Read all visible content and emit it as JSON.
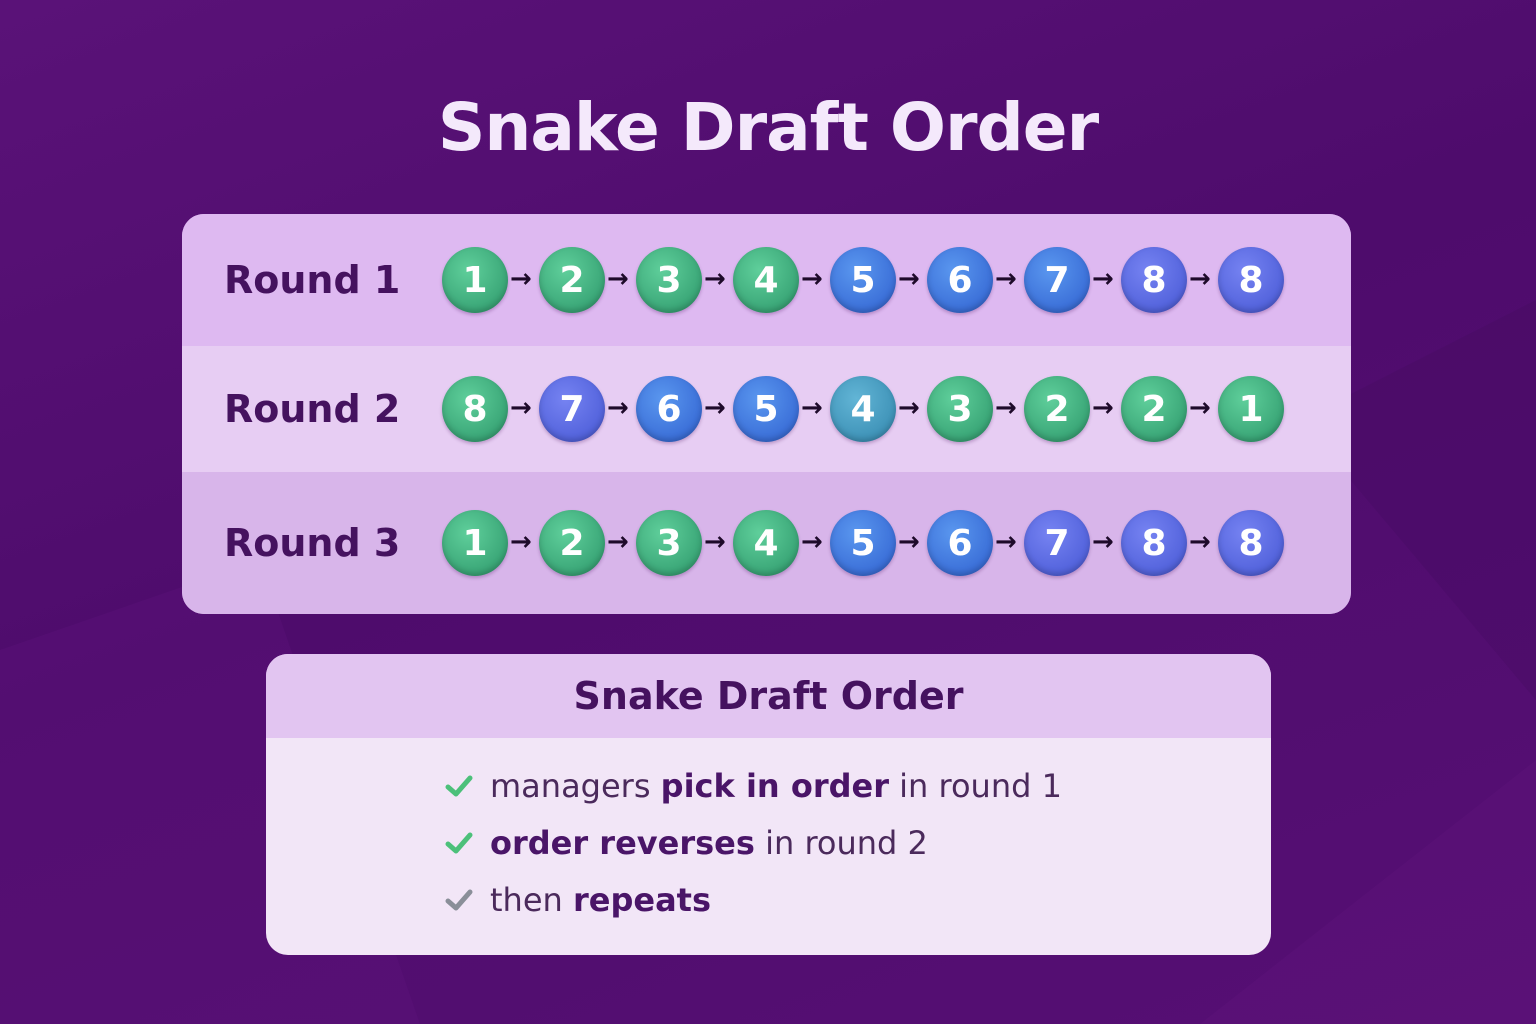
{
  "title": "Snake Draft Order",
  "colors": {
    "green": "#3aa677",
    "teal": "#3f93b8",
    "blue": "#3b6fd8",
    "indigo": "#5363dc",
    "check_green": "#4cc07a",
    "check_gray": "#8a8f99"
  },
  "rounds": [
    {
      "label": "Round 1",
      "picks": [
        {
          "n": "1",
          "color": "green"
        },
        {
          "n": "2",
          "color": "green"
        },
        {
          "n": "3",
          "color": "green"
        },
        {
          "n": "4",
          "color": "green"
        },
        {
          "n": "5",
          "color": "blue"
        },
        {
          "n": "6",
          "color": "blue"
        },
        {
          "n": "7",
          "color": "blue"
        },
        {
          "n": "8",
          "color": "indigo"
        },
        {
          "n": "8",
          "color": "indigo"
        }
      ]
    },
    {
      "label": "Round 2",
      "picks": [
        {
          "n": "8",
          "color": "green"
        },
        {
          "n": "7",
          "color": "indigo"
        },
        {
          "n": "6",
          "color": "blue"
        },
        {
          "n": "5",
          "color": "blue"
        },
        {
          "n": "4",
          "color": "teal"
        },
        {
          "n": "3",
          "color": "green"
        },
        {
          "n": "2",
          "color": "green"
        },
        {
          "n": "2",
          "color": "green"
        },
        {
          "n": "1",
          "color": "green"
        }
      ]
    },
    {
      "label": "Round 3",
      "picks": [
        {
          "n": "1",
          "color": "green"
        },
        {
          "n": "2",
          "color": "green"
        },
        {
          "n": "3",
          "color": "green"
        },
        {
          "n": "4",
          "color": "green"
        },
        {
          "n": "5",
          "color": "blue"
        },
        {
          "n": "6",
          "color": "blue"
        },
        {
          "n": "7",
          "color": "indigo"
        },
        {
          "n": "8",
          "color": "indigo"
        },
        {
          "n": "8",
          "color": "indigo"
        }
      ]
    }
  ],
  "arrow_glyph": "→",
  "rules": {
    "title": "Snake Draft Order",
    "items": [
      {
        "check": "check_green",
        "parts": [
          {
            "text": "managers ",
            "bold": false
          },
          {
            "text": "pick in order",
            "bold": true
          },
          {
            "text": " in round 1",
            "bold": false
          }
        ]
      },
      {
        "check": "check_green",
        "parts": [
          {
            "text": "order reverses",
            "bold": true
          },
          {
            "text": " in round 2",
            "bold": false
          }
        ]
      },
      {
        "check": "check_gray",
        "parts": [
          {
            "text": "then ",
            "bold": false
          },
          {
            "text": "repeats",
            "bold": true
          }
        ]
      }
    ]
  }
}
